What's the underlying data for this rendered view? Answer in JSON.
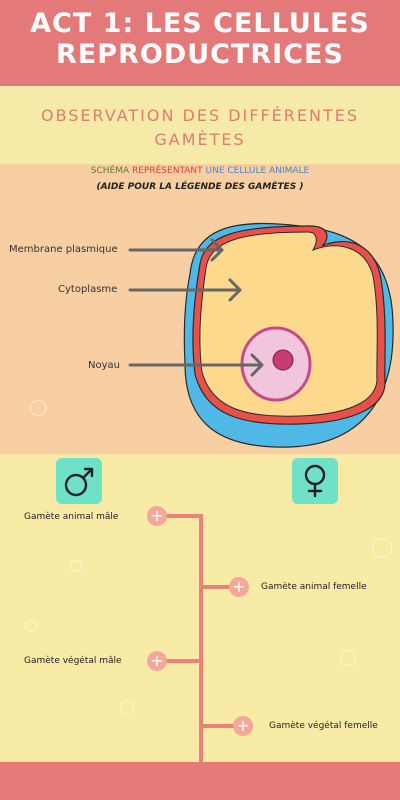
{
  "header": {
    "title": "ACT 1: LES CELLULES REPRODUCTRICES"
  },
  "subtitle": "OBSERVATION DES DIFFÉRENTES GAMÈTES",
  "schema": {
    "title_part1": "SCHÉMA",
    "title_part2": " REPRÉSENTANT",
    "title_part3": " UNE CELLULE ANIMALE",
    "subtitle": "(AIDE POUR LA LÉGENDE DES GAMÈTES )"
  },
  "cell_labels": {
    "membrane": "Membrane plasmique",
    "cytoplasm": "Cytoplasme",
    "nucleus": "Noyau"
  },
  "gametes": {
    "male_animal": "Gamète animal mâle",
    "female_animal": "Gamète animal femelle",
    "male_plant": "Gamète végétal mâle",
    "female_plant": "Gamète végétal femelle"
  },
  "symbols": {
    "male": "male-symbol",
    "female": "female-symbol"
  },
  "colors": {
    "header": "#e47979",
    "background": "#f7eba6",
    "diagram_bg": "#f8cea3",
    "accent": "#f5a79a",
    "symbol_bg": "#6fe1c9"
  }
}
